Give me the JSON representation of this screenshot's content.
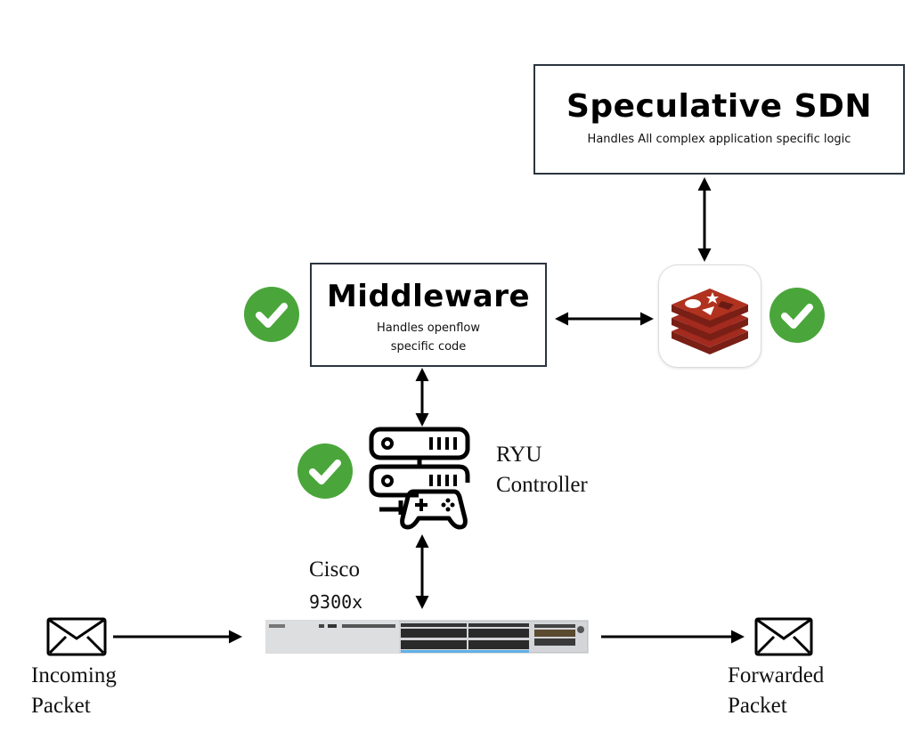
{
  "speculative_sdn": {
    "title": "Speculative SDN",
    "subtitle": "Handles All complex application specific logic"
  },
  "middleware": {
    "title": "Middleware",
    "subtitle_line1": "Handles openflow",
    "subtitle_line2": "specific code",
    "status": "check-ok"
  },
  "redis": {
    "icon": "redis-logo-icon",
    "status": "check-ok"
  },
  "ryu": {
    "label_line1": "RYU",
    "label_line2": "Controller",
    "icon": "server-gamepad-icon",
    "status": "check-ok"
  },
  "switch": {
    "label_line1": "Cisco",
    "label_line2": "9300x",
    "icon": "network-switch-icon"
  },
  "incoming": {
    "label_line1": "Incoming",
    "label_line2": "Packet",
    "icon": "envelope-icon"
  },
  "forwarded": {
    "label_line1": "Forwarded",
    "label_line2": "Packet",
    "icon": "envelope-icon"
  },
  "colors": {
    "check_green": "#4aa63b",
    "redis_red": "#a32a1e",
    "box_border": "#2b3440"
  }
}
